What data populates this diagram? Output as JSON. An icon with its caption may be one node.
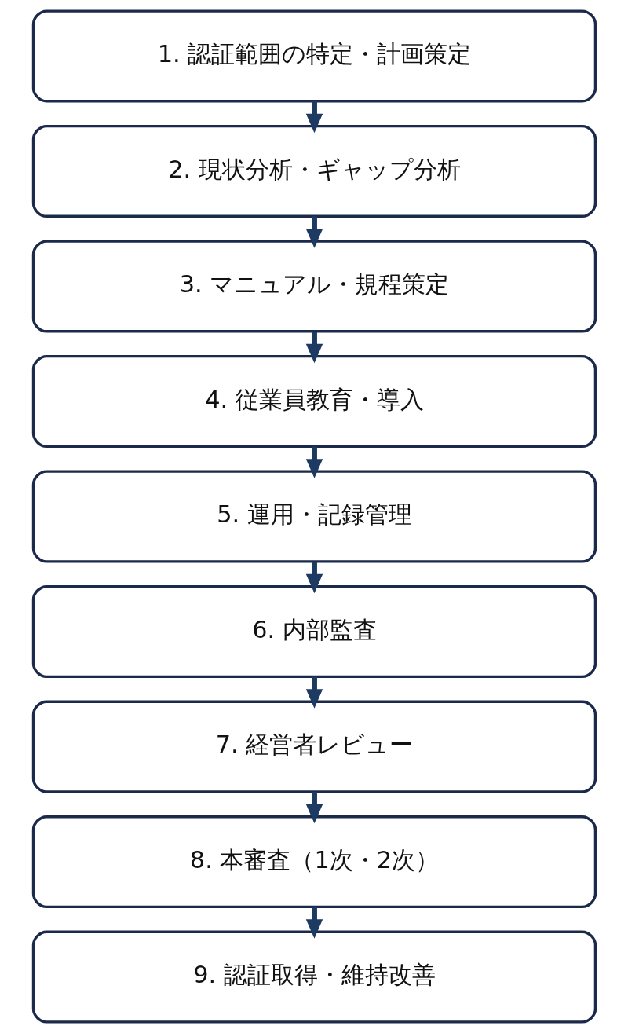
{
  "diagram": {
    "nodes": [
      {
        "text": [
          "1. 認証範囲の特定・計画策定"
        ]
      },
      {
        "text": [
          "2. 現状分析・ギャップ分析"
        ]
      },
      {
        "text": [
          "3. マニュアル・規程策定"
        ]
      },
      {
        "text": [
          "4. 従業員教育・導入"
        ]
      },
      {
        "text": [
          "5. 運用・記録管理"
        ]
      },
      {
        "text": [
          "6. 内部監査"
        ]
      },
      {
        "text": [
          "7. 経営者レビュー"
        ]
      },
      {
        "text": [
          "8. 本審査（1次・2次）"
        ]
      },
      {
        "text": [
          "9. 認証取得・維持改善"
        ]
      }
    ],
    "edges": [
      {
        "from": 0,
        "to": 1,
        "arrow": "to"
      },
      {
        "from": 1,
        "to": 2,
        "arrow": "to"
      },
      {
        "from": 2,
        "to": 3,
        "arrow": "to"
      },
      {
        "from": 3,
        "to": 4,
        "arrow": "to"
      },
      {
        "from": 4,
        "to": 5,
        "arrow": "to"
      },
      {
        "from": 5,
        "to": 6,
        "arrow": "to"
      },
      {
        "from": 6,
        "to": 7,
        "arrow": "to"
      },
      {
        "from": 7,
        "to": 8,
        "arrow": "to"
      }
    ]
  }
}
